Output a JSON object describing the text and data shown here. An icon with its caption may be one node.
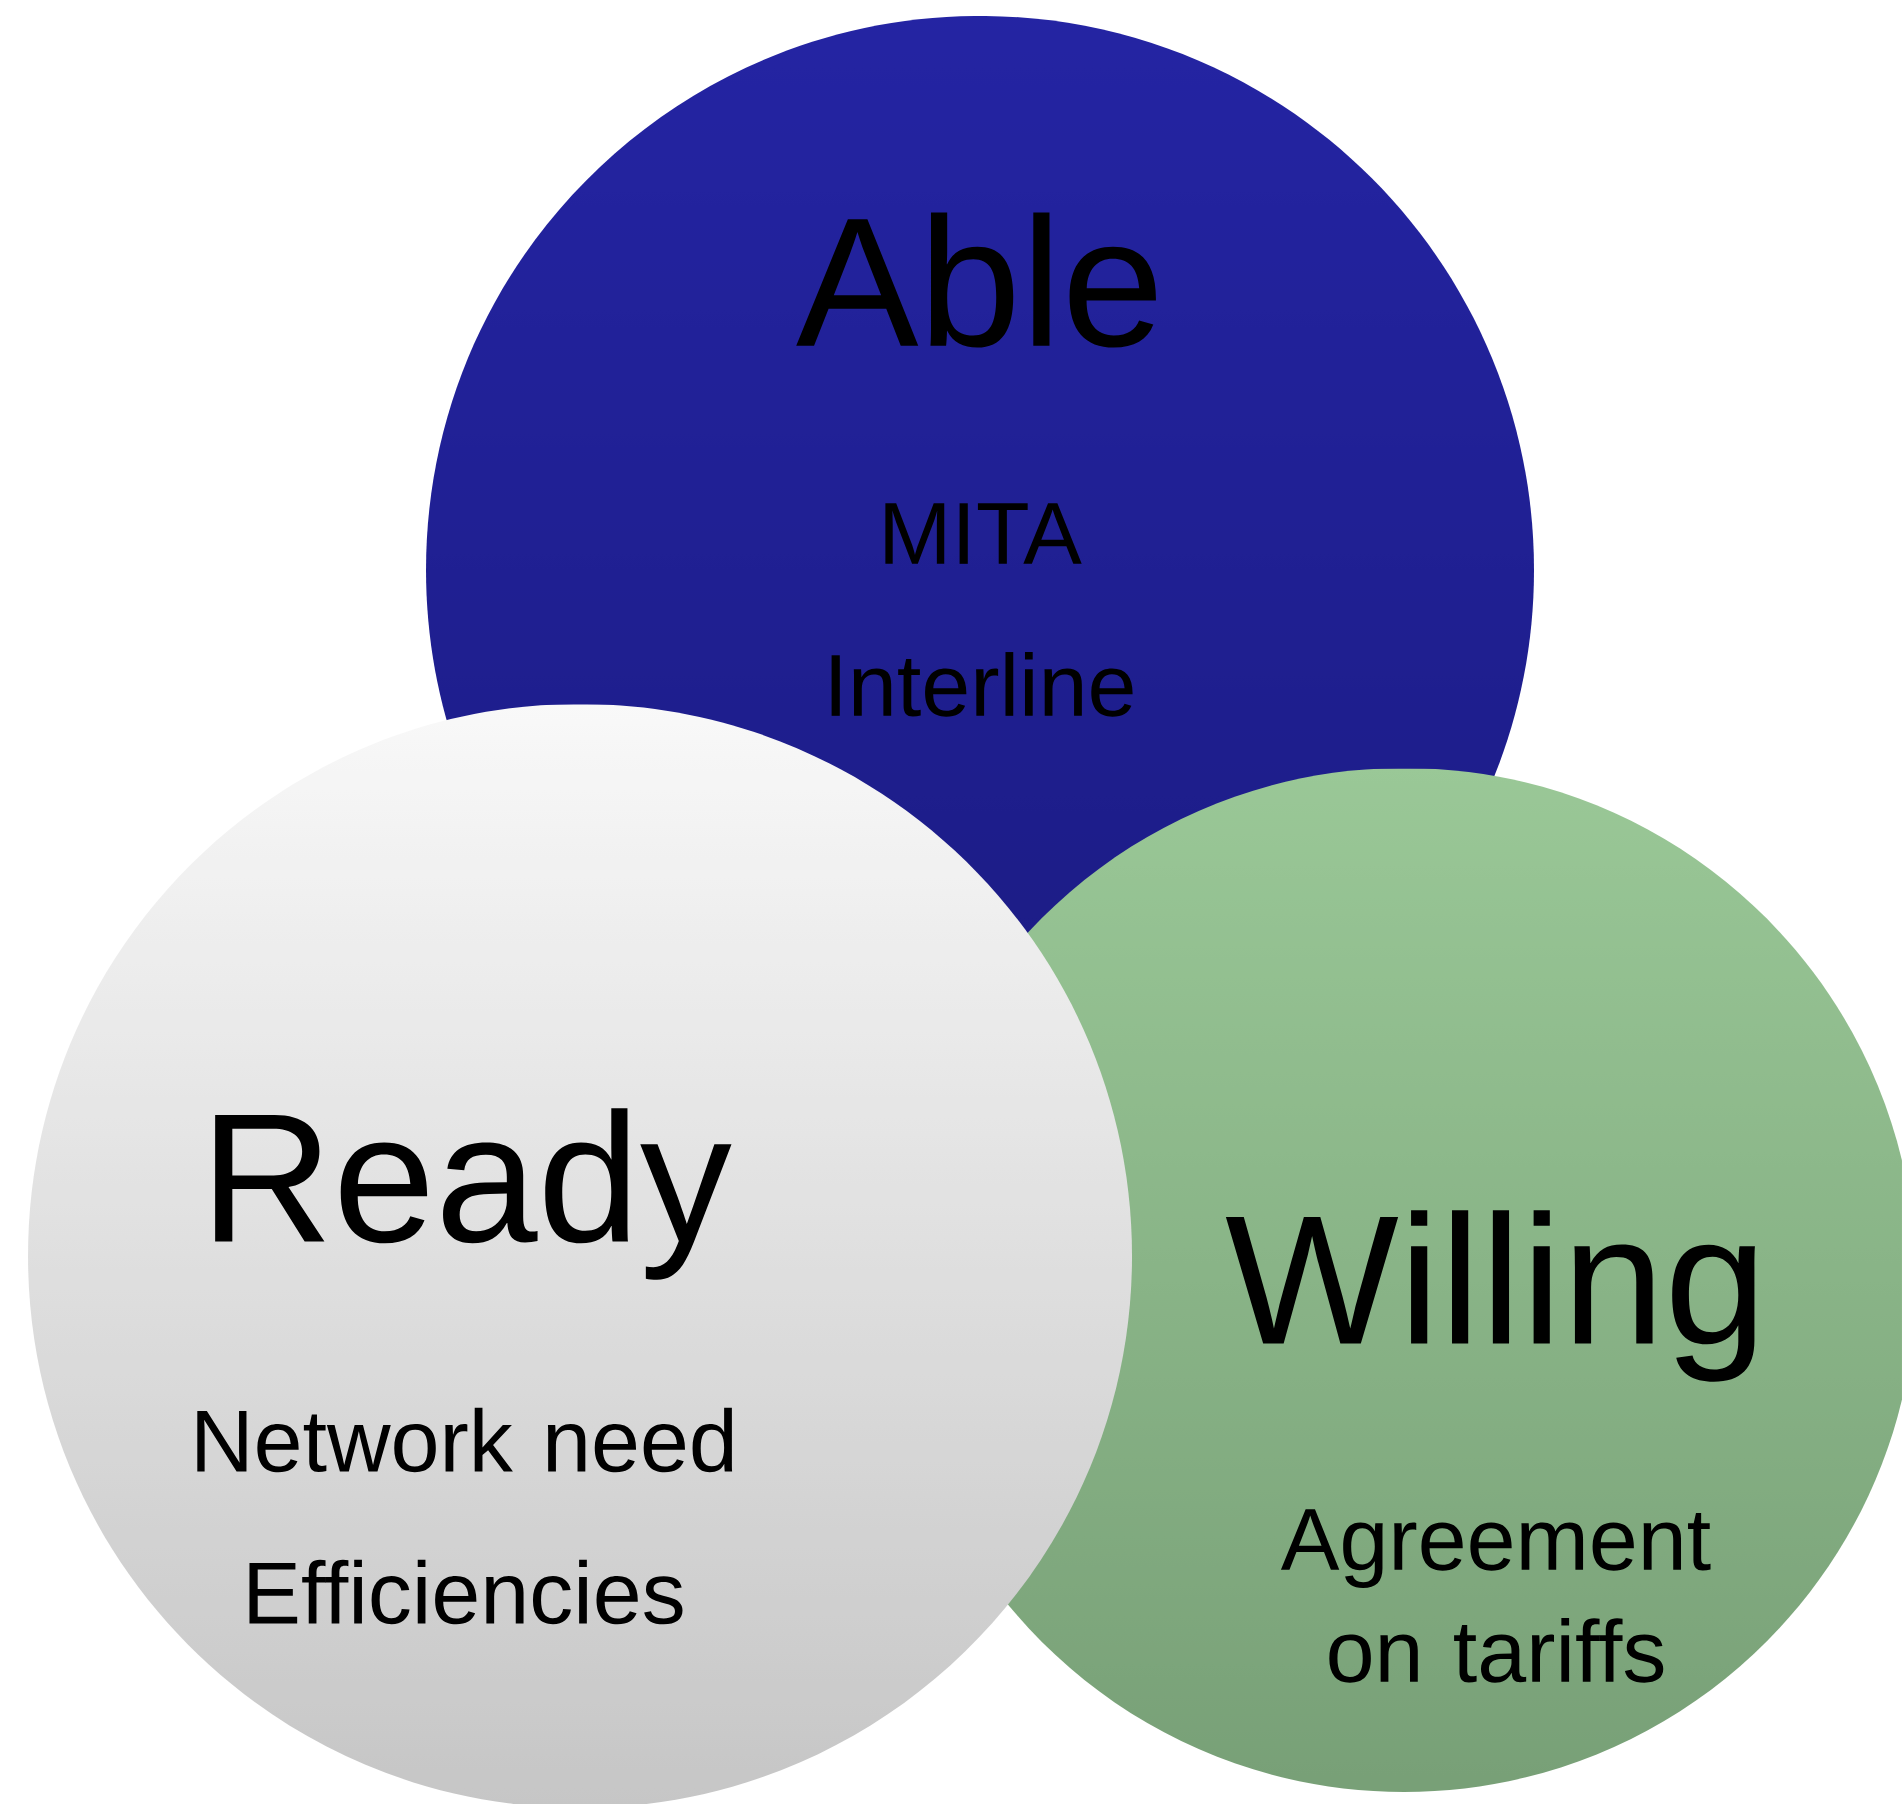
{
  "diagram": {
    "nodes": [
      {
        "text": [
          "Able",
          "MITA Interline"
        ]
      },
      {
        "text": [
          "Willing",
          "Agreement on tariffs"
        ]
      },
      {
        "text": [
          "Ready",
          "Network need Efficiencies"
        ]
      }
    ]
  }
}
